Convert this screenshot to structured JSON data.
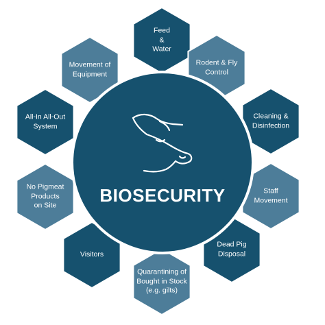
{
  "colors": {
    "dark": "#16516e",
    "light": "#4d7d99",
    "center": "#16516e",
    "text": "#ffffff"
  },
  "center": {
    "title": "BIOSECURITY",
    "icon": "pig-head-icon"
  },
  "segments": [
    {
      "id": "feed-water",
      "label": "Feed\n&\nWater",
      "tone": "dark"
    },
    {
      "id": "rodent-fly-control",
      "label": "Rodent & Fly\nControl",
      "tone": "light"
    },
    {
      "id": "cleaning-disinfection",
      "label": "Cleaning &\nDisinfection",
      "tone": "dark"
    },
    {
      "id": "staff-movement",
      "label": "Staff\nMovement",
      "tone": "light"
    },
    {
      "id": "dead-pig-disposal",
      "label": "Dead Pig\nDisposal",
      "tone": "dark"
    },
    {
      "id": "quarantining",
      "label": "Quarantining of\nBought in Stock\n(e.g. gilts)",
      "tone": "light"
    },
    {
      "id": "visitors",
      "label": "Visitors",
      "tone": "dark"
    },
    {
      "id": "no-pigmeat",
      "label": "No Pigmeat\nProducts\non Site",
      "tone": "light"
    },
    {
      "id": "all-in-all-out",
      "label": "All-In All-Out\nSystem",
      "tone": "dark"
    },
    {
      "id": "movement-equipment",
      "label": "Movement of\nEquipment",
      "tone": "light"
    }
  ]
}
